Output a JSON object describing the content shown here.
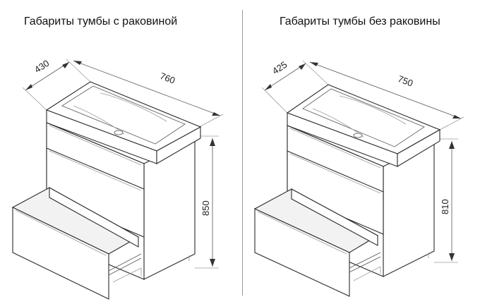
{
  "left": {
    "title": "Габариты тумбы с раковиной",
    "depth": "430",
    "width": "760",
    "height": "850"
  },
  "right": {
    "title": "Габариты тумбы без раковины",
    "depth": "425",
    "width": "750",
    "height": "810"
  }
}
